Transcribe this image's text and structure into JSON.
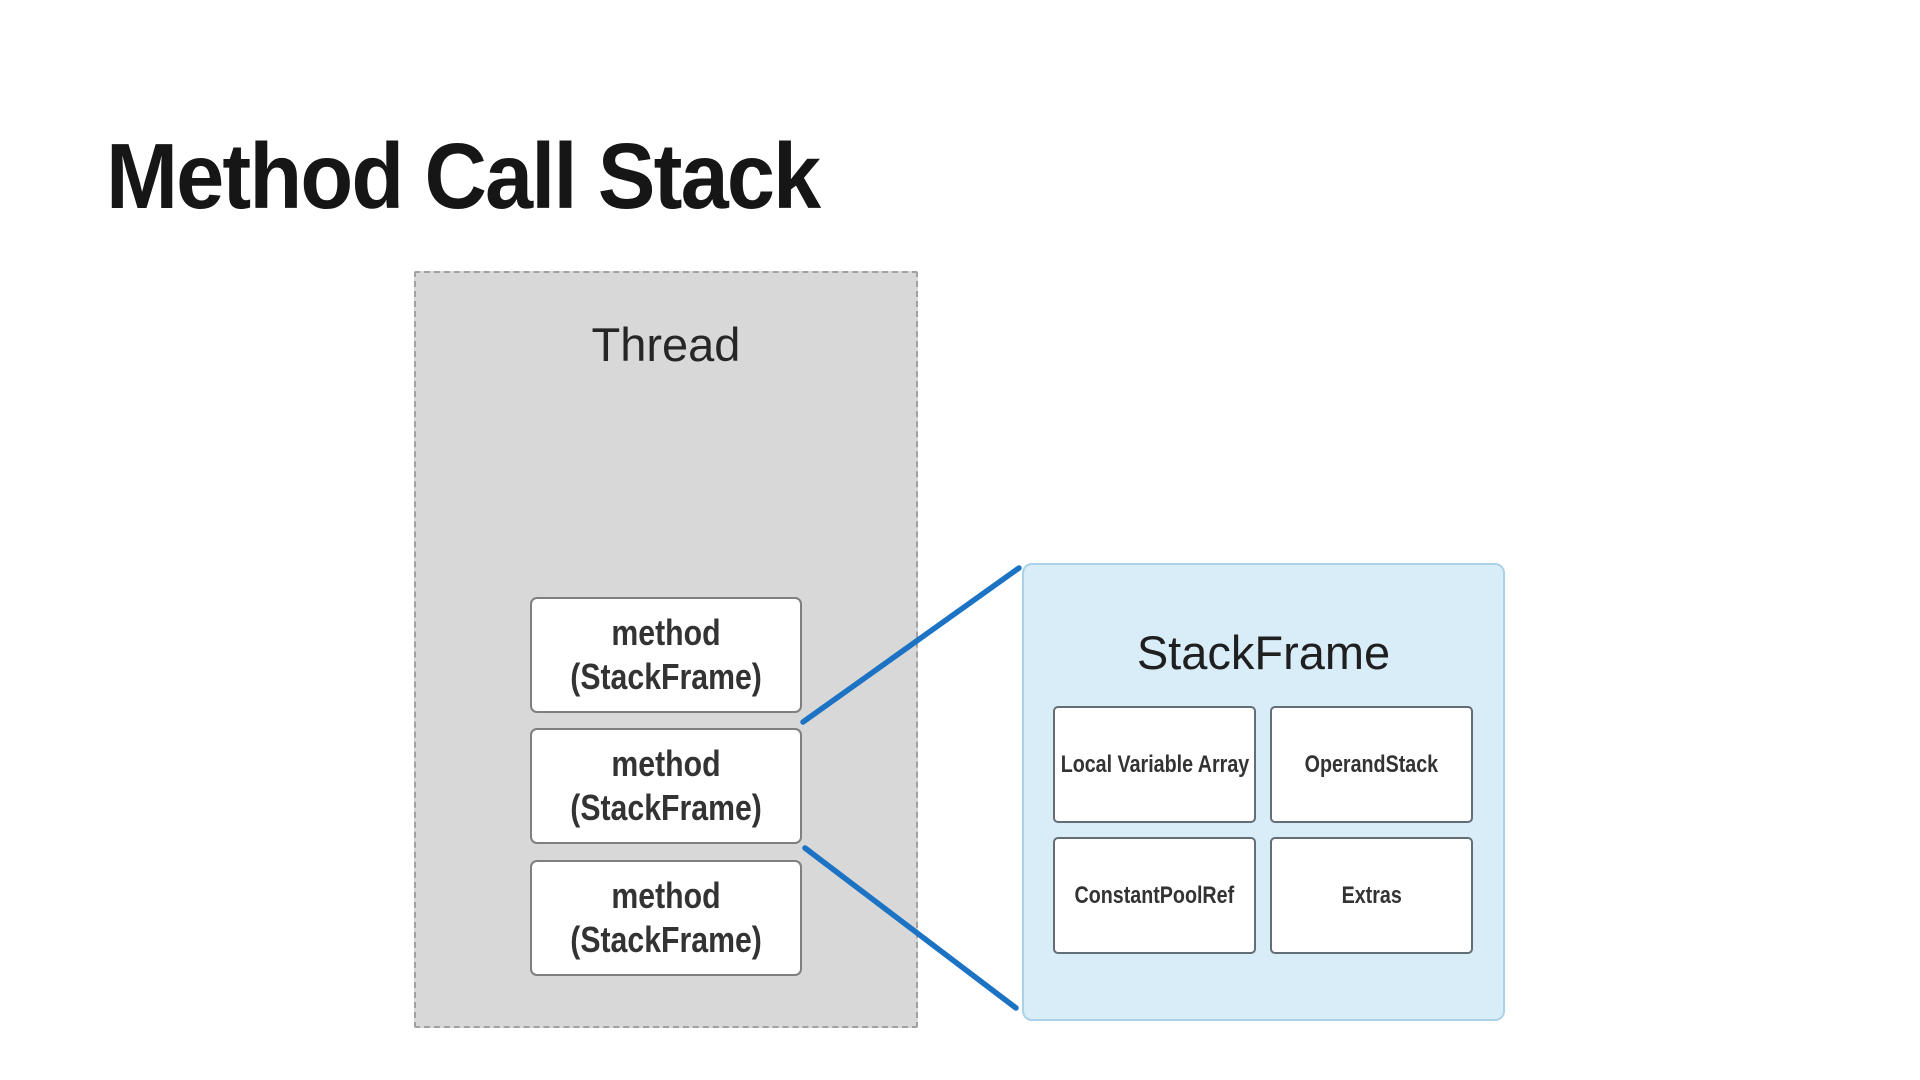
{
  "title": "Method Call Stack",
  "thread": {
    "label": "Thread",
    "frames": [
      {
        "line1": "method",
        "line2": "(StackFrame)"
      },
      {
        "line1": "method",
        "line2": "(StackFrame)"
      },
      {
        "line1": "method",
        "line2": "(StackFrame)"
      }
    ]
  },
  "stackframe": {
    "title": "StackFrame",
    "cells": [
      {
        "label": "Local Variable Array"
      },
      {
        "label": "OperandStack"
      },
      {
        "label": "ConstantPoolRef"
      },
      {
        "label": "Extras"
      }
    ]
  },
  "colors": {
    "thread_fill": "#d8d8d8",
    "thread_border": "#a1a1a1",
    "frame_border": "#7f7f7f",
    "panel_fill": "#d9edf9",
    "panel_border": "#abd1e6",
    "cell_border": "#636d76",
    "connector_blue": "#1d73c3",
    "text_dark": "#333333",
    "title_color": "#161616"
  }
}
